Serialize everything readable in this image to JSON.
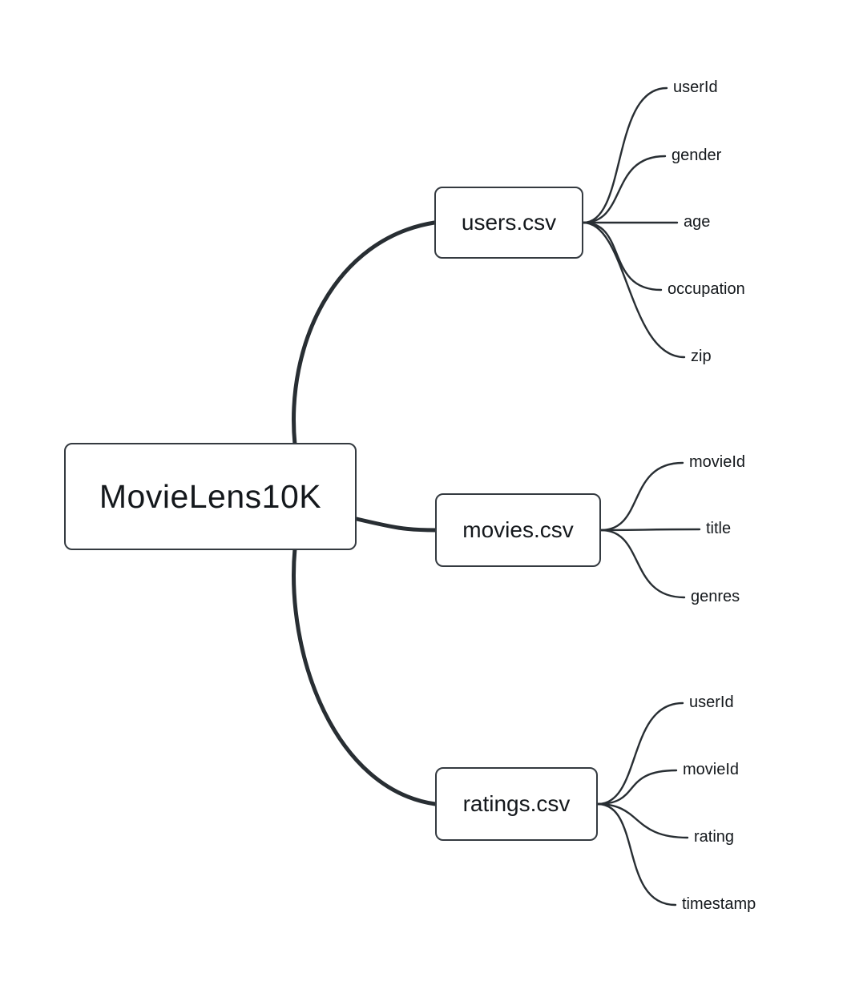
{
  "diagram": {
    "type": "mindmap",
    "root": {
      "label": "MovieLens10K"
    },
    "children": [
      {
        "label": "users.csv",
        "fields": [
          "userId",
          "gender",
          "age",
          "occupation",
          "zip"
        ]
      },
      {
        "label": "movies.csv",
        "fields": [
          "movieId",
          "title",
          "genres"
        ]
      },
      {
        "label": "ratings.csv",
        "fields": [
          "userId",
          "movieId",
          "rating",
          "timestamp"
        ]
      }
    ],
    "colors": {
      "stroke": "#282e33",
      "text": "#14181c",
      "background": "#ffffff"
    }
  }
}
